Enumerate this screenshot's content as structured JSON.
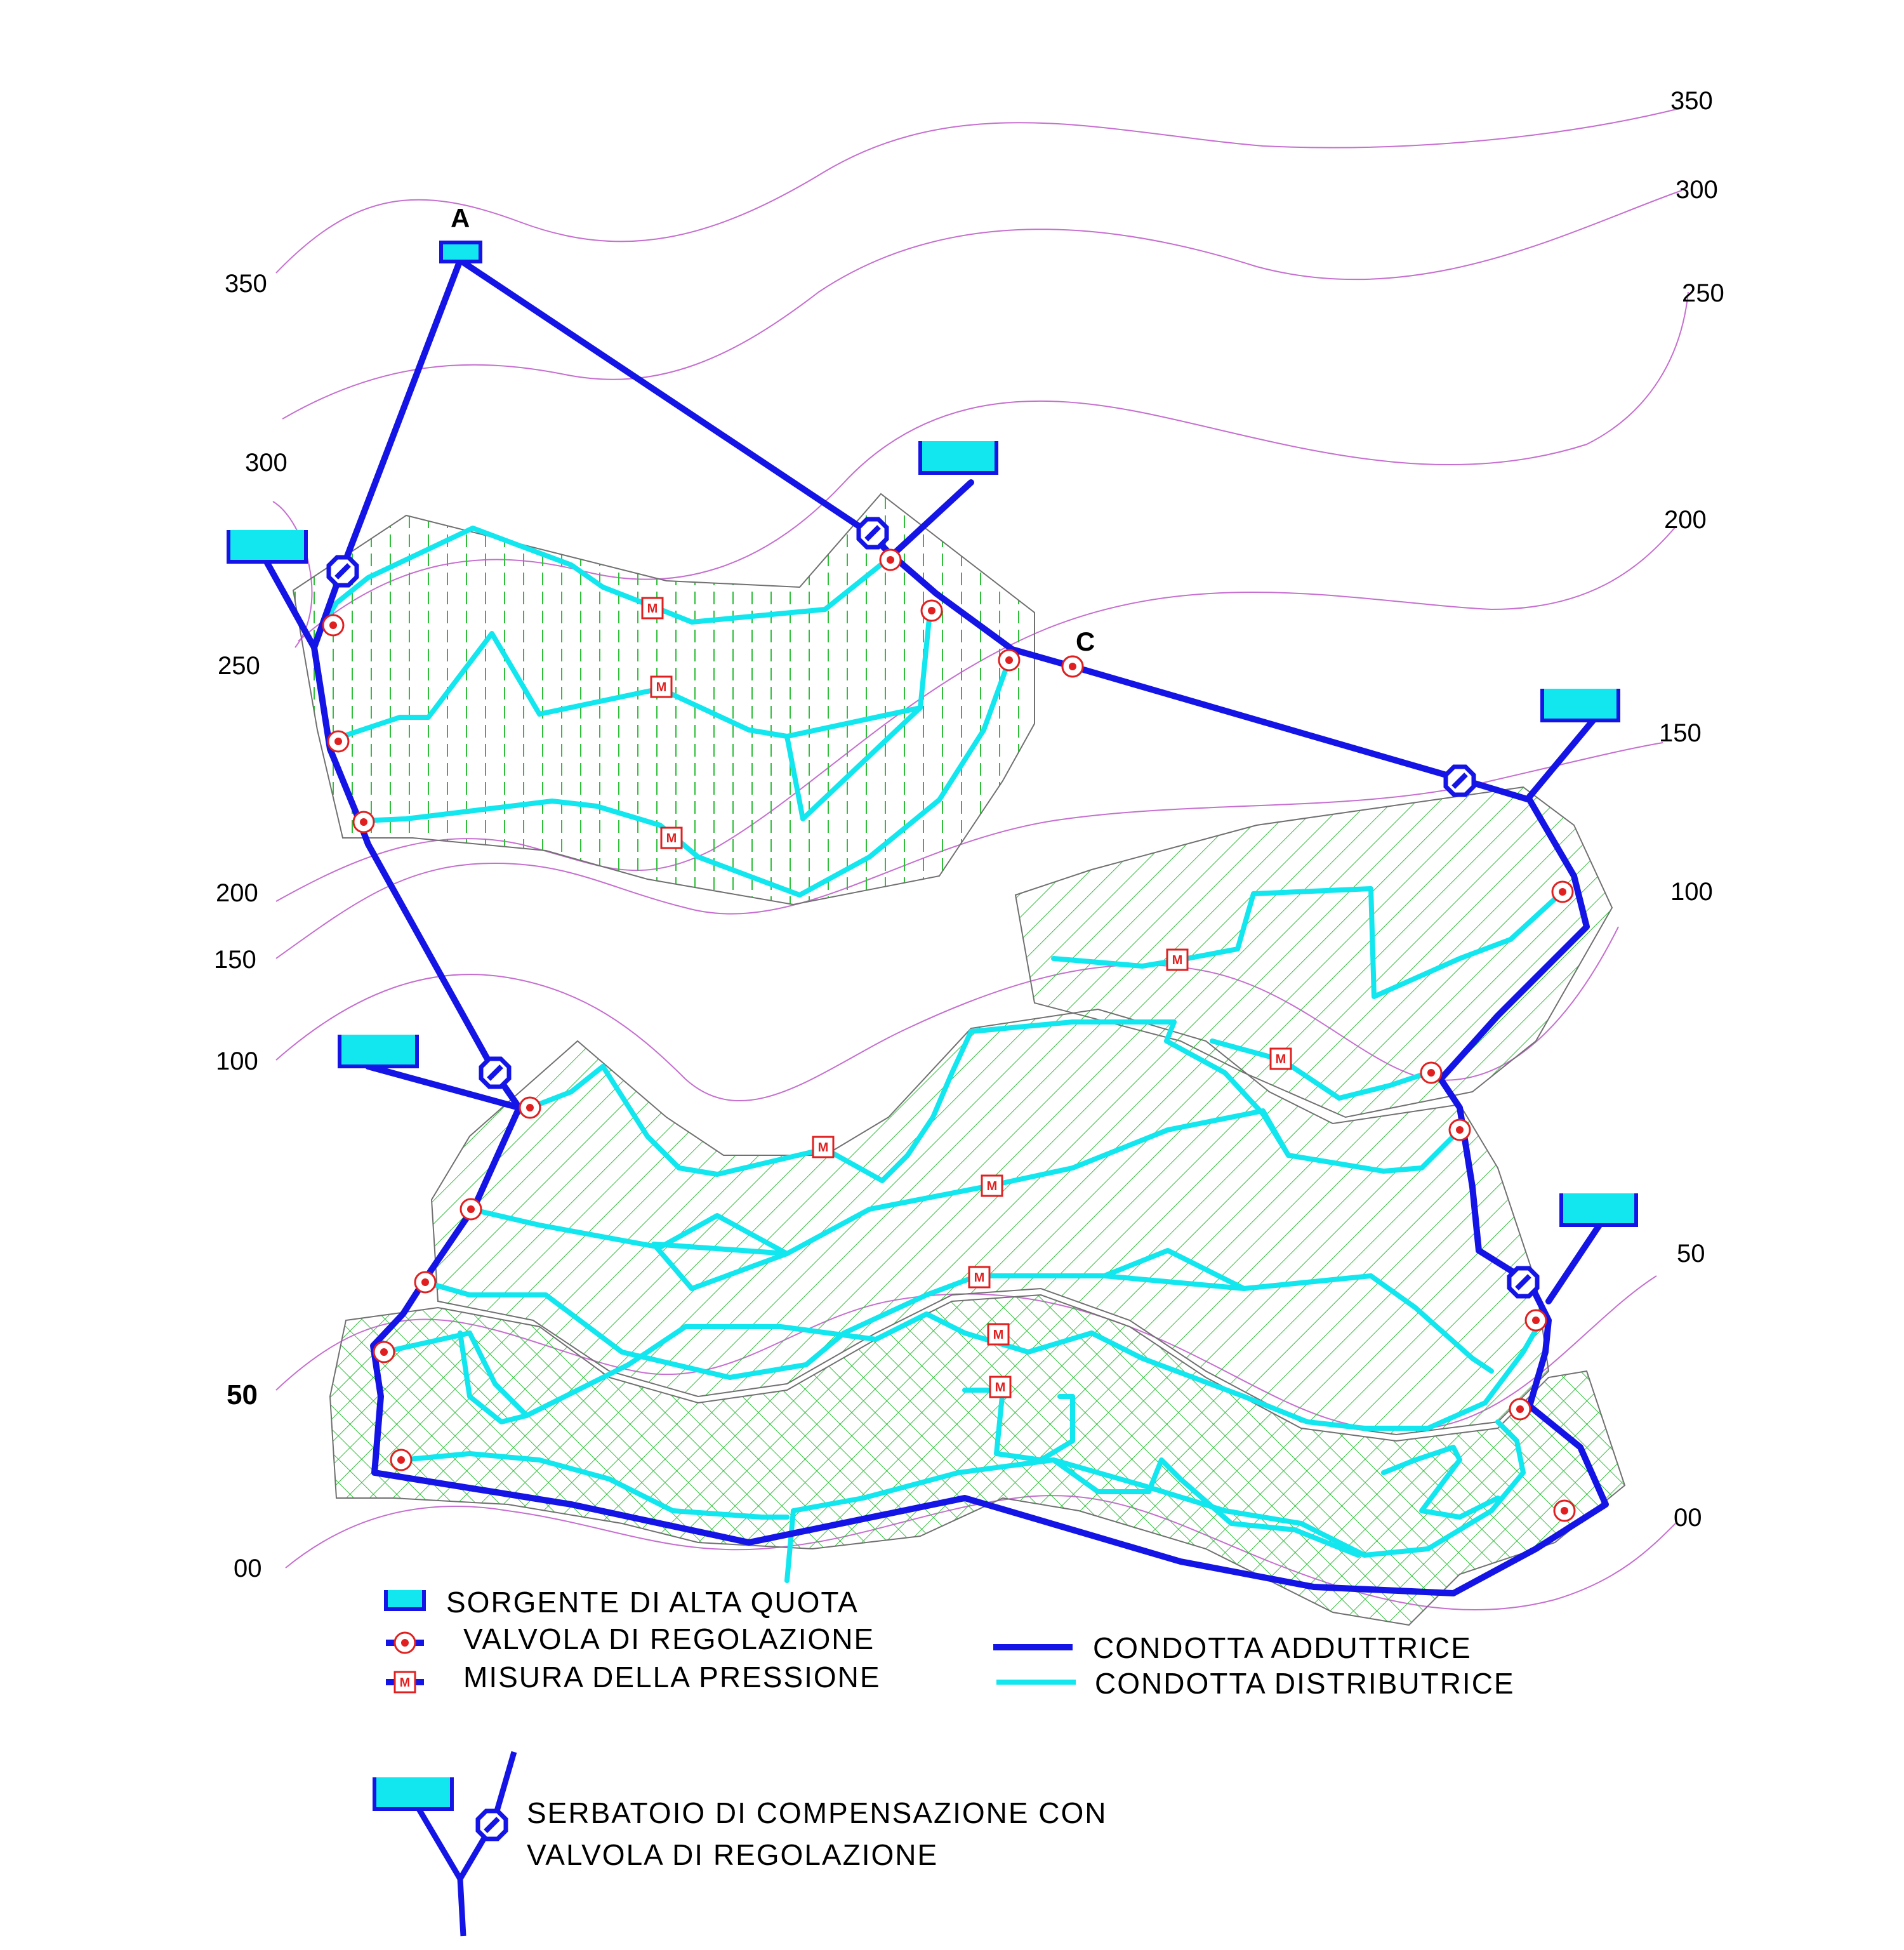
{
  "contour_labels": {
    "left_350": "350",
    "left_300": "300",
    "left_250": "250",
    "left_200": "200",
    "left_150": "150",
    "left_100": "100",
    "left_50": "50",
    "left_00": "00",
    "right_350": "350",
    "right_300": "300",
    "right_250": "250",
    "right_200": "200",
    "right_150": "150",
    "right_100": "100",
    "right_50": "50",
    "right_00": "00"
  },
  "points": {
    "a": "A",
    "c": "C"
  },
  "pressure_label": "M",
  "legend": {
    "source": "SORGENTE  DI  ALTA  QUOTA",
    "valve": "VALVOLA  DI  REGOLAZIONE",
    "pressure": "MISURA  DELLA  PRESSIONE",
    "main_pipe": "CONDOTTA  ADDUTTRICE",
    "dist_pipe": "CONDOTTA  DISTRIBUTRICE",
    "tank_line1": "SERBATOIO DI COMPENSAZIONE CON",
    "tank_line2": "VALVOLA  DI  REGOLAZIONE"
  },
  "colors": {
    "main_pipe": "#1414e6",
    "distribution_pipe": "#12e6ee",
    "contour": "#c66fd0",
    "hatch": "#2fbf3a",
    "valve": "#e02020"
  }
}
